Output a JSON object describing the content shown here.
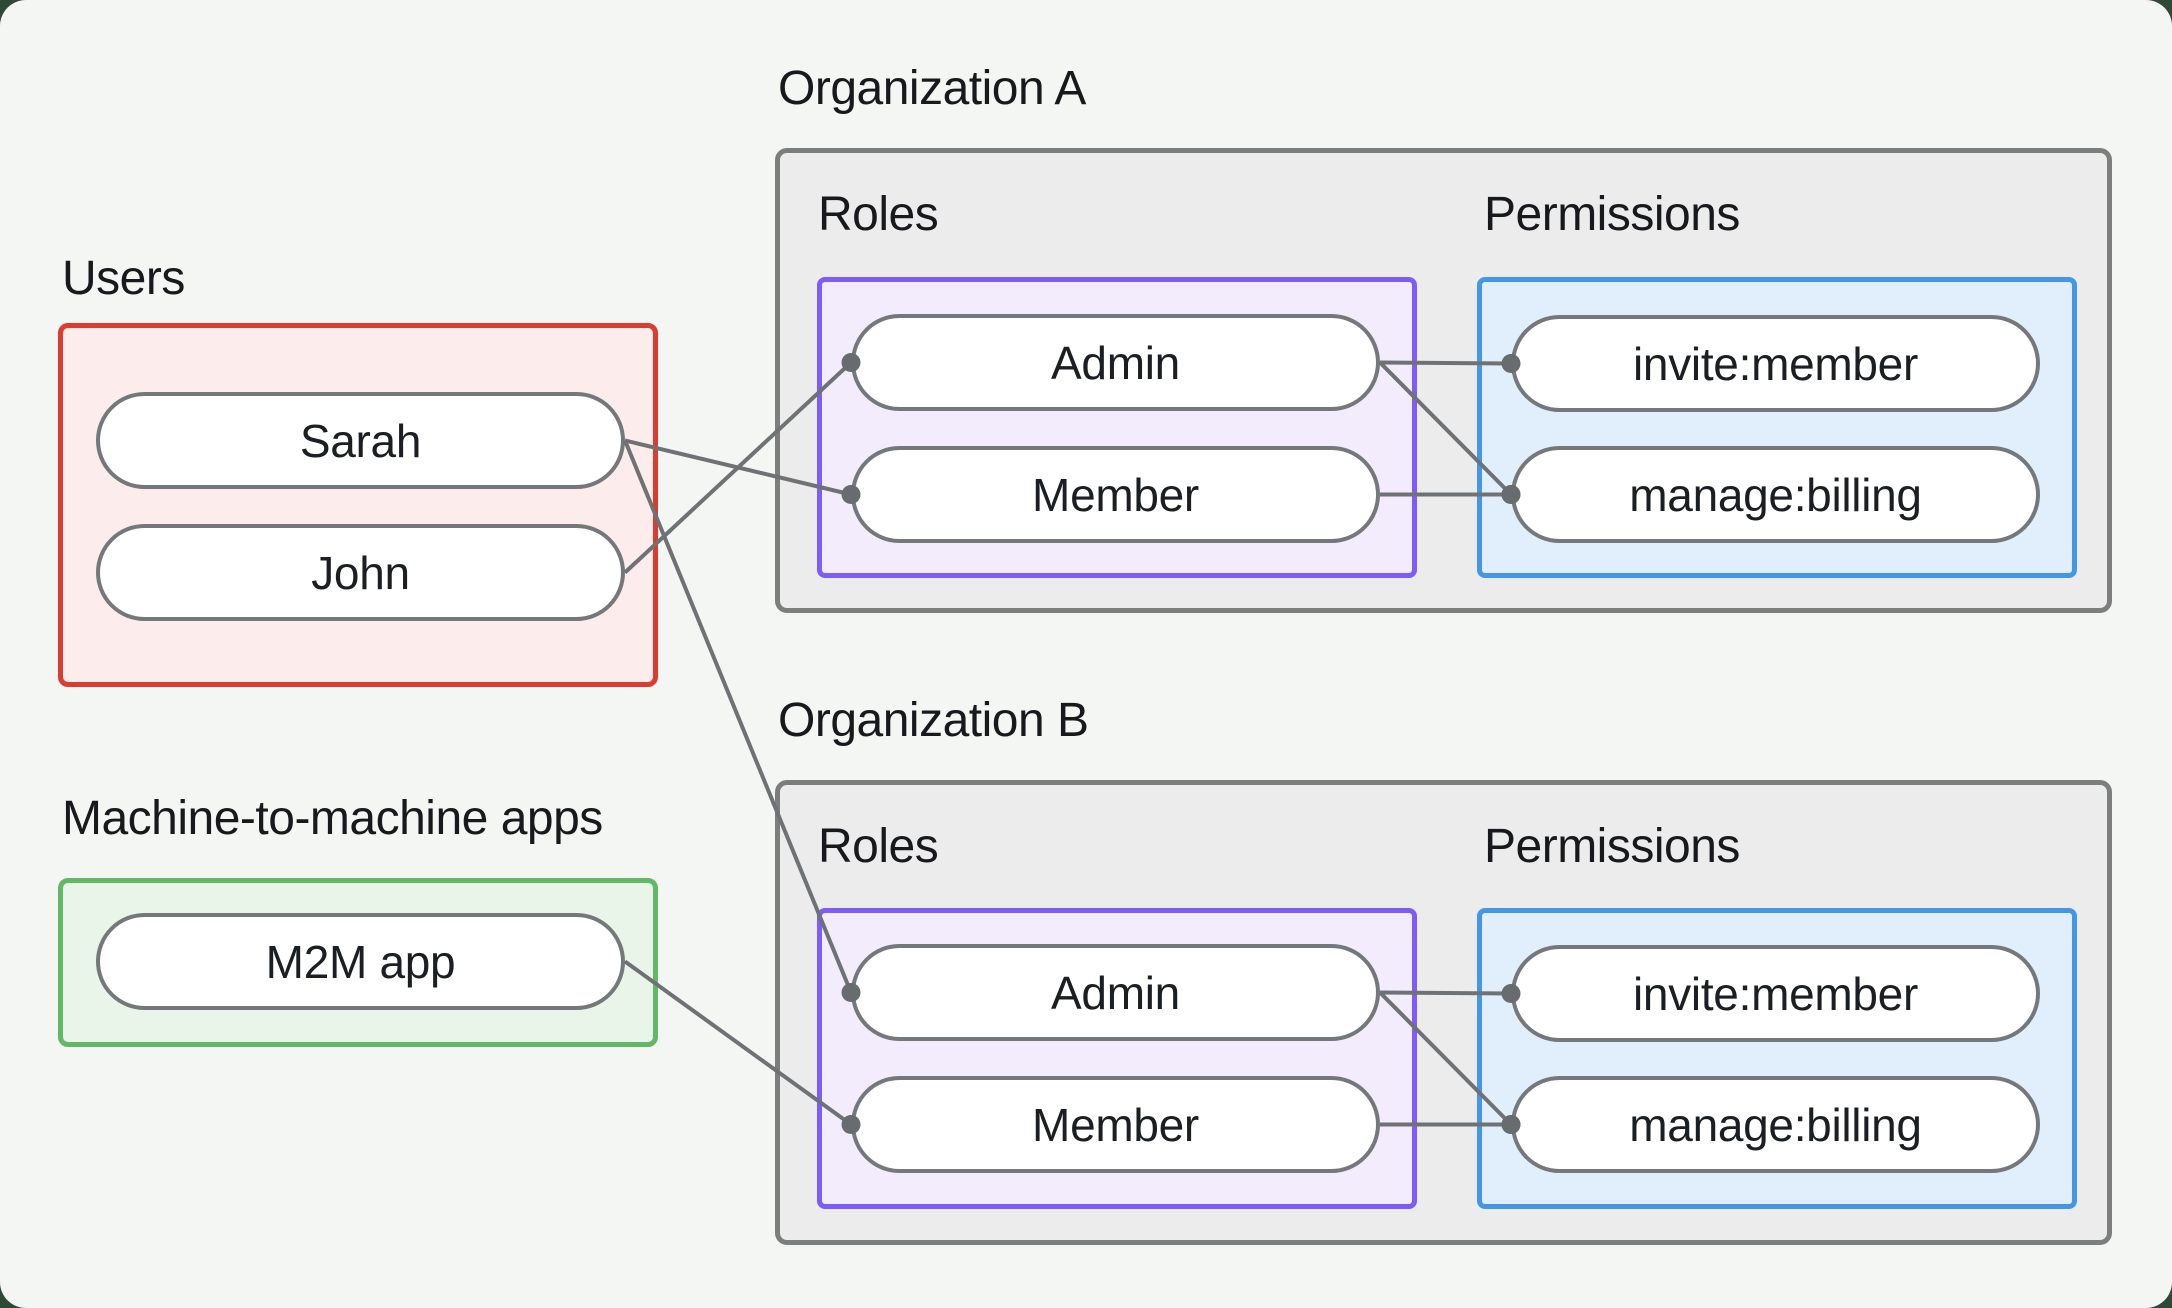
{
  "users_section": {
    "label": "Users",
    "items": [
      {
        "id": "user-sarah",
        "label": "Sarah"
      },
      {
        "id": "user-john",
        "label": "John"
      }
    ]
  },
  "m2m_section": {
    "label": "Machine-to-machine apps",
    "items": [
      {
        "id": "m2m-app",
        "label": "M2M app"
      }
    ]
  },
  "organizations": [
    {
      "title": "Organization A",
      "roles_label": "Roles",
      "permissions_label": "Permissions",
      "roles": [
        "Admin",
        "Member"
      ],
      "permissions": [
        "invite:member",
        "manage:billing"
      ]
    },
    {
      "title": "Organization B",
      "roles_label": "Roles",
      "permissions_label": "Permissions",
      "roles": [
        "Admin",
        "Member"
      ],
      "permissions": [
        "invite:member",
        "manage:billing"
      ]
    }
  ],
  "edges": [
    {
      "from": "user-sarah",
      "to": "orgA-role-member"
    },
    {
      "from": "user-john",
      "to": "orgA-role-admin"
    },
    {
      "from": "user-sarah",
      "to": "orgB-role-admin"
    },
    {
      "from": "m2m-app",
      "to": "orgB-role-member"
    },
    {
      "from": "orgA-role-admin",
      "to": "orgA-perm-invite"
    },
    {
      "from": "orgA-role-admin",
      "to": "orgA-perm-manage"
    },
    {
      "from": "orgA-role-member",
      "to": "orgA-perm-manage"
    },
    {
      "from": "orgB-role-admin",
      "to": "orgB-perm-invite"
    },
    {
      "from": "orgB-role-admin",
      "to": "orgB-perm-manage"
    },
    {
      "from": "orgB-role-member",
      "to": "orgB-perm-manage"
    }
  ],
  "colors": {
    "background": "#f4f6f4",
    "text": "#17191d",
    "org_box_fill": "#ececec",
    "org_box_border": "#7b7e7c",
    "users_box_fill": "#fceceb",
    "users_box_border": "#dd3a30",
    "m2m_box_fill": "#eaf5ea",
    "m2m_box_border": "#63b867",
    "roles_box_fill": "#f2ecfd",
    "roles_box_border": "#7d5cf9",
    "permissions_box_fill": "#e1effc",
    "permissions_box_border": "#4497e8",
    "node_fill": "#ffffff",
    "node_border": "#75787a",
    "edge_line": "#6f7274",
    "edge_dot": "#696c6e"
  }
}
